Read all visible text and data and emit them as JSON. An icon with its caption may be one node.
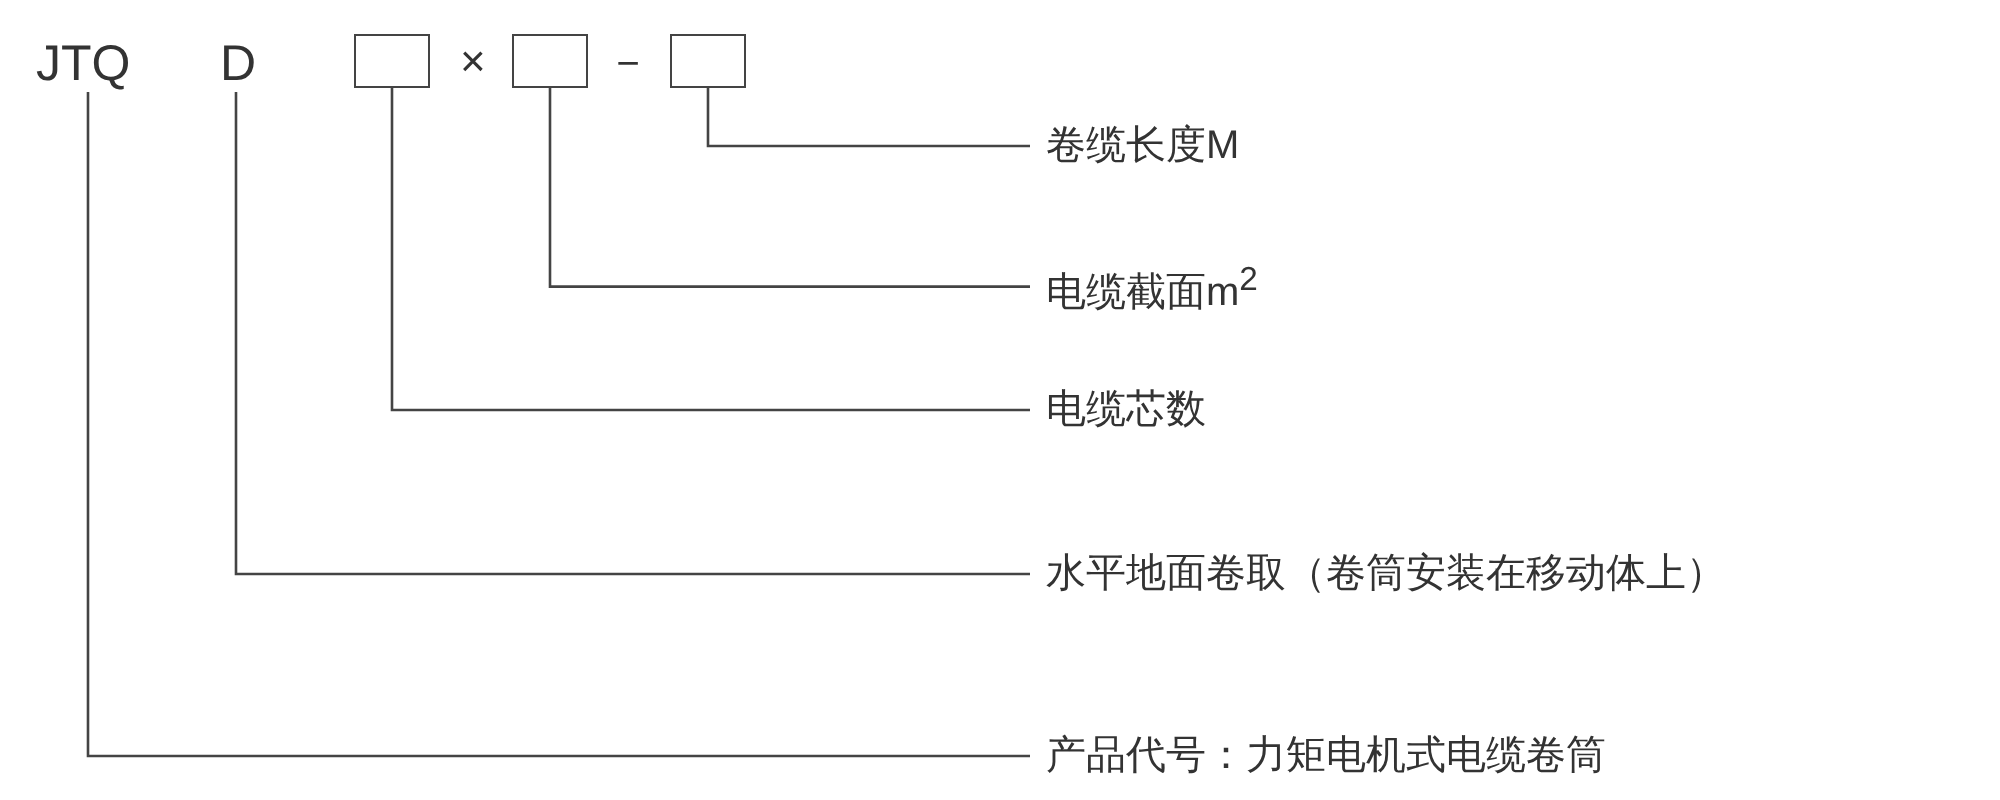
{
  "diagram": {
    "nodes": [
      {
        "text": [
          "JTQ"
        ]
      },
      {
        "text": [
          "D"
        ]
      },
      {
        "text": [],
        "shape": "box"
      },
      {
        "text": [],
        "shape": "box"
      },
      {
        "text": [],
        "shape": "box"
      },
      {
        "text": [
          "卷缆长度M"
        ]
      },
      {
        "text": [
          "电缆截面m$^{2}$"
        ]
      },
      {
        "text": [
          "电缆芯数"
        ]
      },
      {
        "text": [
          "水平地面卷取（卷筒安装在移动体上）"
        ]
      },
      {
        "text": [
          "产品代号：力矩电机式电缆卷筒"
        ]
      }
    ],
    "edges": [
      {
        "from": 4,
        "to": 5,
        "arrow": "none"
      },
      {
        "from": 3,
        "to": 6,
        "arrow": "none"
      },
      {
        "from": 2,
        "to": 7,
        "arrow": "none"
      },
      {
        "from": 1,
        "to": 8,
        "arrow": "none"
      },
      {
        "from": 0,
        "to": 9,
        "arrow": "none"
      }
    ],
    "labels": [
      "×",
      "－"
    ]
  }
}
